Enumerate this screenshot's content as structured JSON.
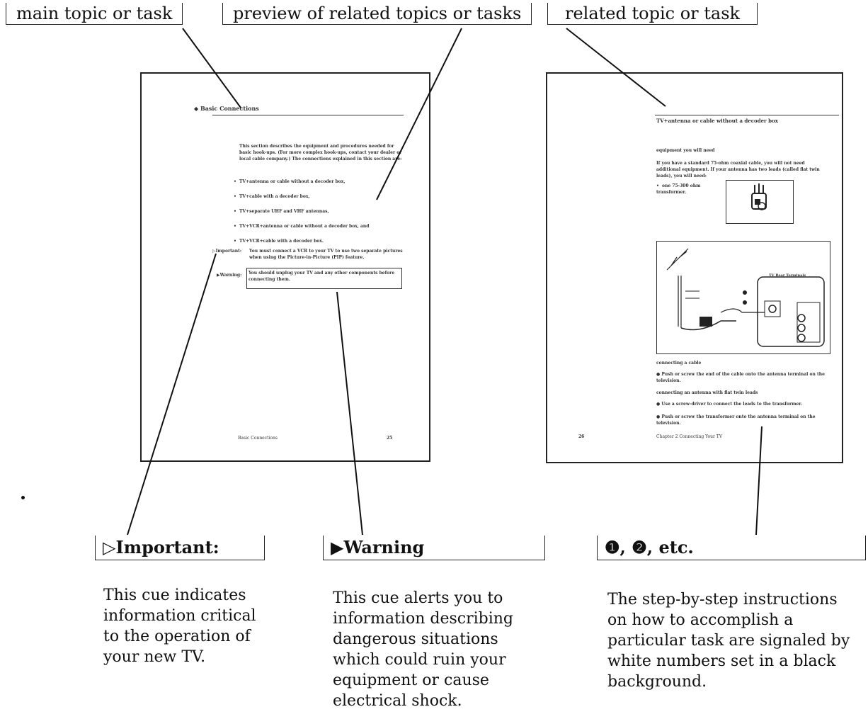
{
  "labels": {
    "main": "main topic or task",
    "preview": "preview of related topics or tasks",
    "related": "related topic or task"
  },
  "left_page": {
    "title": "Basic Connections",
    "intro": "This section describes the equipment and procedures needed for basic hook-ups. (For more complex hook-ups, contact your dealer or local cable company.) The connections explained in this section are:",
    "bullets": [
      "TV+antenna or cable without a decoder box,",
      "TV+cable with a decoder box,",
      "TV+separate UHF and VHF antennas,",
      "TV+VCR+antenna or cable without a decoder box, and",
      "TV+VCR+cable with a decoder box."
    ],
    "important_label": "Important:",
    "important_text": "You must connect a VCR to your TV to use two separate pictures when using the Picture-in-Picture (PIP) feature.",
    "warning_label": "Warning:",
    "warning_text": "You should unplug your TV and any other components before connecting them.",
    "footer_title": "Basic Connections",
    "page_number": "25"
  },
  "right_page": {
    "title": "TV+antenna or cable without a decoder box",
    "subhead1": "equipment you will need",
    "para1": "If you have a standard 75-ohm coaxial cable, you will not need additional equipment. If your antenna has two leads (called flat twin leads), you will need:",
    "bullet1": "one 75-300 ohm transformer.",
    "diagram_label": "TV Rear Terminals",
    "subhead2": "connecting a cable",
    "step1": "Push or screw the end of the cable onto the antenna terminal on the television.",
    "subhead3": "connecting an antenna with flat twin leads",
    "step2": "Use a screw-driver to connect the leads to the transformer.",
    "step3": "Push or screw the transformer onto the antenna terminal on the television.",
    "page_number": "26",
    "footer_title": "Chapter 2 Connecting Your TV"
  },
  "cues": {
    "important": {
      "symbol": "▷",
      "label": "Important:",
      "text": "This cue indicates\ninformation critical\nto the operation of\nyour new TV."
    },
    "warning": {
      "symbol": "▶",
      "label": "Warning",
      "text": "This cue alerts you to\ninformation describing\ndangerous situations\nwhich could ruin your\nequipment or cause\nelectrical shock."
    },
    "steps": {
      "n1": "❶",
      "n2": "❷",
      "label": ", etc.",
      "text": "The step-by-step instructions\non how to accomplish a\nparticular task are signaled by\nwhite numbers set in a black\nbackground."
    }
  }
}
